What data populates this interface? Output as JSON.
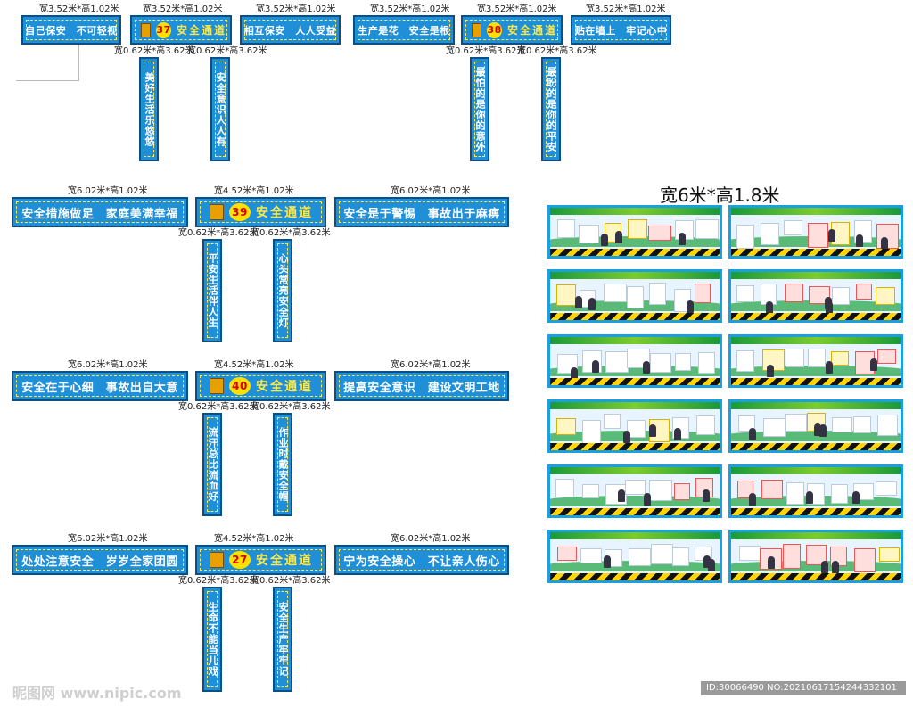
{
  "group1": {
    "dims": [
      "宽3.52米*高1.02米",
      "宽3.52米*高1.02米",
      "宽3.52米*高1.02米",
      "宽3.52米*高1.02米",
      "宽3.52米*高1.02米",
      "宽3.52米*高1.02米"
    ],
    "vdims": [
      "宽0.62米*高3.62米",
      "宽0.62米*高3.62米",
      "宽0.62米*高3.62米",
      "宽0.62米*高3.62米"
    ],
    "slogans": [
      "自己保安　不可轻视",
      "相互保安　人人受益",
      "生产是花　安全是根",
      "贴在墙上　牢记心中"
    ],
    "channels": [
      {
        "num": "37",
        "text": "安全通道",
        "left": "美好生活乐悠悠",
        "right": "安全意识人人有"
      },
      {
        "num": "38",
        "text": "安全通道",
        "left": "最怕的是你的意外",
        "right": "最盼的是你的平安"
      }
    ]
  },
  "rows": [
    {
      "dims": [
        "宽6.02米*高1.02米",
        "宽4.52米*高1.02米",
        "宽6.02米*高1.02米"
      ],
      "vdims": [
        "宽0.62米*高3.62米",
        "宽0.62米*高3.62米"
      ],
      "leftText": "安全措施做足　家庭美满幸福",
      "num": "39",
      "chan": "安全通道",
      "rightText": "安全是于警惕　事故出于麻痹",
      "vleft": "平安生活伴人生",
      "vright": "心头常亮安全灯"
    },
    {
      "dims": [
        "宽6.02米*高1.02米",
        "宽4.52米*高1.02米",
        "宽6.02米*高1.02米"
      ],
      "vdims": [
        "宽0.62米*高3.62米",
        "宽0.62米*高3.62米"
      ],
      "leftText": "安全在于心细　事故出自大意",
      "num": "40",
      "chan": "安全通道",
      "rightText": "提高安全意识　建设文明工地",
      "vleft": "流汗总比流血好",
      "vright": "作业时戴安全帽"
    },
    {
      "dims": [
        "宽6.02米*高1.02米",
        "宽4.52米*高1.02米",
        "宽6.02米*高1.02米"
      ],
      "vdims": [
        "宽0.62米*高3.62米",
        "宽0.62米*高3.62米"
      ],
      "leftText": "处处注意安全　岁岁全家团圆",
      "num": "27",
      "chan": "安全通道",
      "rightText": "宁为安全操心　不让亲人伤心",
      "vleft": "生命不能当儿戏",
      "vright": "安全生产牢牢记"
    }
  ],
  "boards": {
    "title": "宽6米*高1.8米"
  },
  "watermark": "昵图网 www.nipic.com",
  "image_id": "ID:30066490 NO:20210617154244332101"
}
